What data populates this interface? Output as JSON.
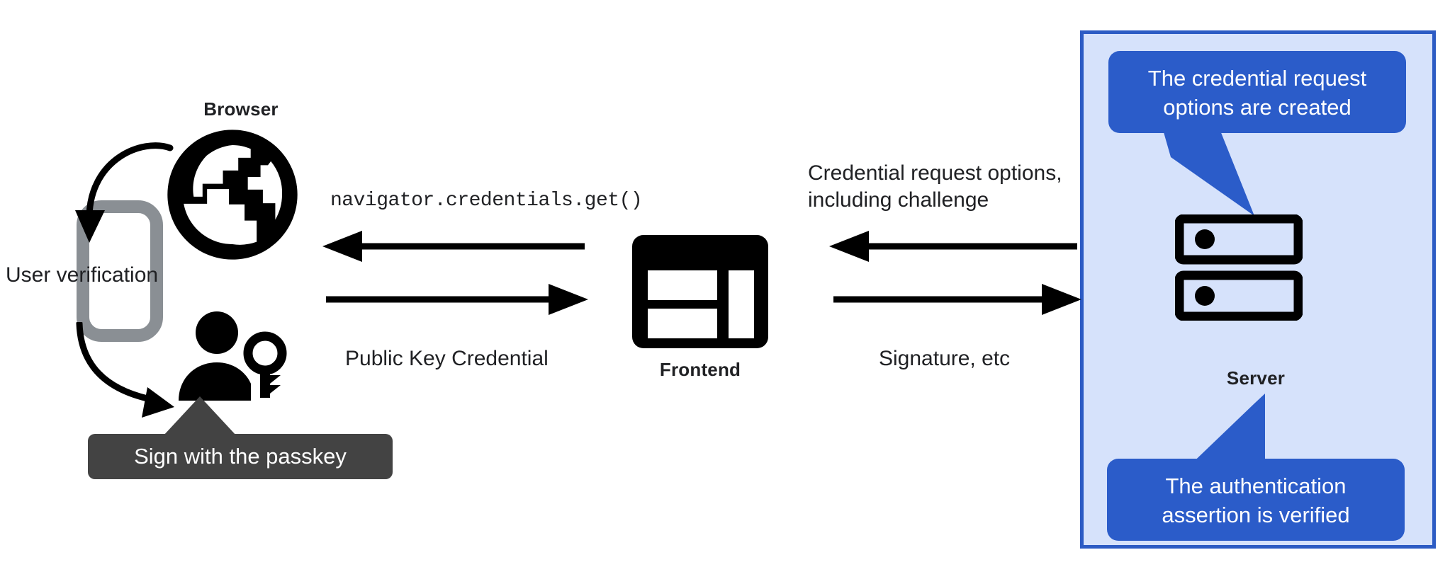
{
  "diagram": {
    "title": "WebAuthn passkey authentication flow",
    "background": "#ffffff"
  },
  "colors": {
    "accent_blue": "#2b5cc9",
    "pale_blue_fill": "#d6e2fb",
    "blue_border": "#2c5bc4",
    "tooltip_gray": "#434343",
    "phone_gray": "#8a8f94",
    "icon_black": "#000000",
    "text_black": "#202124"
  },
  "client": {
    "browser_label": "Browser",
    "user_verification_label": "User verification",
    "passkey_tooltip": "Sign with the passkey"
  },
  "frontend": {
    "label": "Frontend"
  },
  "server": {
    "label": "Server",
    "callout_top": "The credential request\noptions are created",
    "callout_top_line1": "The credential request",
    "callout_top_line2": "options are created",
    "callout_bottom_line1": "The authentication",
    "callout_bottom_line2": "assertion is verified"
  },
  "arrows": {
    "browser_to_frontend_label": "navigator.credentials.get()",
    "frontend_to_browser_label": "Public Key Credential",
    "server_to_frontend_line1": "Credential request options,",
    "server_to_frontend_line2": "including challenge",
    "frontend_to_server_label": "Signature, etc"
  },
  "icons": {
    "globe": "globe-icon",
    "phone": "phone-icon",
    "person_key": "person-key-icon",
    "dashboard": "dashboard-icon",
    "server_rack": "server-rack-icon"
  }
}
